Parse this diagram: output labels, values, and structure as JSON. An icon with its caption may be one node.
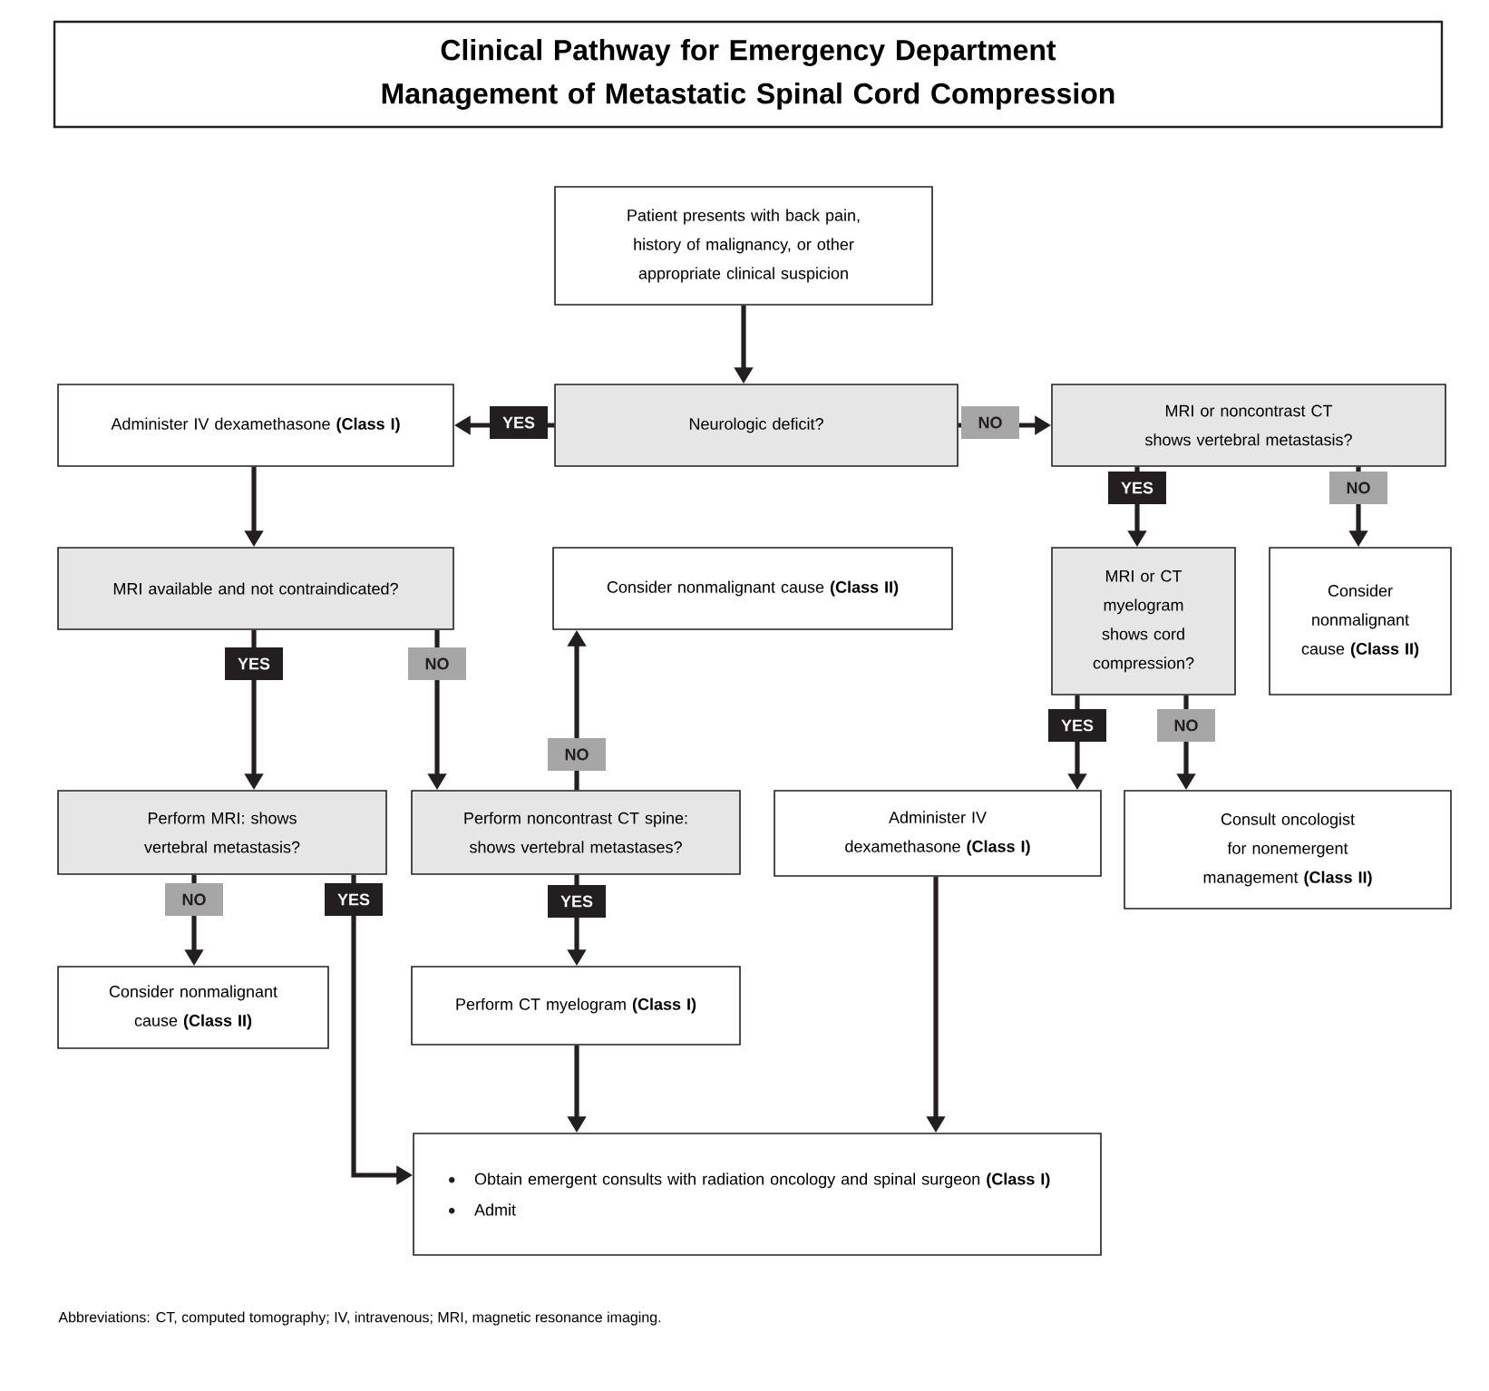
{
  "diagram": {
    "title": "Clinical Pathway for Emergency Department Management of Metastatic Spinal Cord Compression",
    "nodes": [
      {
        "text": [
          "Patient presents with back pain, history of malignancy, or other appropriate clinical suspicion"
        ]
      },
      {
        "text": [
          "Neurologic deficit?"
        ]
      },
      {
        "text": [
          "Administer IV dexamethasone **(Class I)**"
        ]
      },
      {
        "text": [
          "MRI or noncontrast CT shows vertebral metastasis?"
        ]
      },
      {
        "text": [
          "MRI available and not contraindicated?"
        ]
      },
      {
        "text": [
          "Consider nonmalignant cause **(Class II)**"
        ]
      },
      {
        "text": [
          "MRI or CT myelogram shows cord compression?"
        ]
      },
      {
        "text": [
          "Consider nonmalignant cause **(Class II)**"
        ]
      },
      {
        "text": [
          "Perform MRI: shows vertebral metastasis?"
        ]
      },
      {
        "text": [
          "Perform noncontrast CT spine: shows vertebral metastases?"
        ]
      },
      {
        "text": [
          "Administer IV dexamethasone **(Class I)**"
        ]
      },
      {
        "text": [
          "Consult oncologist for nonemergent management **(Class II)**"
        ]
      },
      {
        "text": [
          "Consider nonmalignant cause **(Class II)**"
        ]
      },
      {
        "text": [
          "Perform CT myelogram **(Class I)**"
        ]
      },
      {
        "text": [
          "Obtain emergent consults with radiation oncology and spinal surgeon **(Class I)**",
          "Admit"
        ]
      }
    ],
    "edges": [
      {
        "from": 0,
        "to": 1,
        "arrow": "to"
      },
      {
        "from": 1,
        "to": 2,
        "arrow": "to",
        "label": "YES"
      },
      {
        "from": 1,
        "to": 3,
        "arrow": "to",
        "label": "NO"
      },
      {
        "from": 2,
        "to": 4,
        "arrow": "to"
      },
      {
        "from": 3,
        "to": 6,
        "arrow": "to",
        "label": "YES"
      },
      {
        "from": 3,
        "to": 7,
        "arrow": "to",
        "label": "NO"
      },
      {
        "from": 4,
        "to": 8,
        "arrow": "to",
        "label": "YES"
      },
      {
        "from": 4,
        "to": 9,
        "arrow": "to",
        "label": "NO"
      },
      {
        "from": 9,
        "to": 5,
        "arrow": "to",
        "label": "NO"
      },
      {
        "from": 6,
        "to": 10,
        "arrow": "to",
        "label": "YES"
      },
      {
        "from": 6,
        "to": 11,
        "arrow": "to",
        "label": "NO"
      },
      {
        "from": 8,
        "to": 12,
        "arrow": "to",
        "label": "NO"
      },
      {
        "from": 8,
        "to": 14,
        "arrow": "to",
        "label": "YES"
      },
      {
        "from": 9,
        "to": 13,
        "arrow": "to",
        "label": "YES"
      },
      {
        "from": 13,
        "to": 14,
        "arrow": "to"
      },
      {
        "from": 10,
        "to": 14,
        "arrow": "to"
      }
    ],
    "labels": [
      "Abbreviations: CT, computed tomography; IV, intravenous; MRI, magnetic resonance imaging."
    ]
  }
}
